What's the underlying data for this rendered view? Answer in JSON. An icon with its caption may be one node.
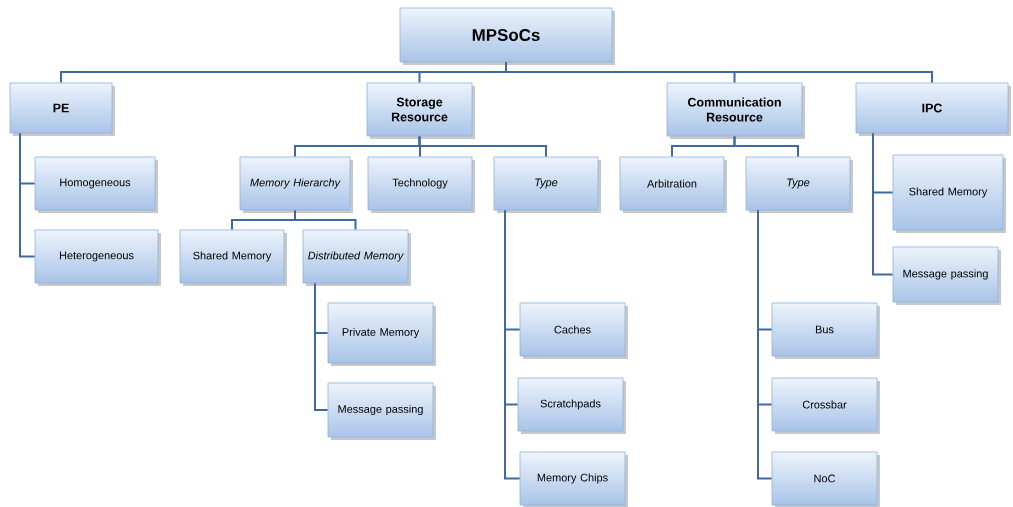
{
  "diagram": {
    "nodes": [
      {
        "text": [
          "MPSoCs"
        ]
      },
      {
        "text": [
          "PE"
        ]
      },
      {
        "text": [
          "Storage Resource"
        ]
      },
      {
        "text": [
          "Communication Resource"
        ]
      },
      {
        "text": [
          "IPC"
        ]
      },
      {
        "text": [
          "Homogeneous"
        ]
      },
      {
        "text": [
          "Heterogeneous"
        ]
      },
      {
        "text": [
          "Memory Hierarchy"
        ]
      },
      {
        "text": [
          "Technology"
        ]
      },
      {
        "text": [
          "Type"
        ]
      },
      {
        "text": [
          "Arbitration"
        ]
      },
      {
        "text": [
          "Type"
        ]
      },
      {
        "text": [
          "Shared Memory"
        ]
      },
      {
        "text": [
          "Message passing"
        ]
      },
      {
        "text": [
          "Shared Memory"
        ]
      },
      {
        "text": [
          "Distributed Memory"
        ]
      },
      {
        "text": [
          "Private Memory"
        ]
      },
      {
        "text": [
          "Message passing"
        ]
      },
      {
        "text": [
          "Caches"
        ]
      },
      {
        "text": [
          "Scratchpads"
        ]
      },
      {
        "text": [
          "Memory Chips"
        ]
      },
      {
        "text": [
          "Bus"
        ]
      },
      {
        "text": [
          "Crossbar"
        ]
      },
      {
        "text": [
          "NoC"
        ]
      }
    ],
    "edges": [
      {
        "from": 0,
        "to": 1,
        "arrow": "none"
      },
      {
        "from": 0,
        "to": 2,
        "arrow": "none"
      },
      {
        "from": 0,
        "to": 3,
        "arrow": "none"
      },
      {
        "from": 0,
        "to": 4,
        "arrow": "none"
      },
      {
        "from": 1,
        "to": 5,
        "arrow": "none"
      },
      {
        "from": 1,
        "to": 6,
        "arrow": "none"
      },
      {
        "from": 2,
        "to": 7,
        "arrow": "none"
      },
      {
        "from": 2,
        "to": 8,
        "arrow": "none"
      },
      {
        "from": 2,
        "to": 9,
        "arrow": "none"
      },
      {
        "from": 3,
        "to": 10,
        "arrow": "none"
      },
      {
        "from": 3,
        "to": 11,
        "arrow": "none"
      },
      {
        "from": 4,
        "to": 12,
        "arrow": "none"
      },
      {
        "from": 4,
        "to": 13,
        "arrow": "none"
      },
      {
        "from": 7,
        "to": 14,
        "arrow": "none"
      },
      {
        "from": 7,
        "to": 15,
        "arrow": "none"
      },
      {
        "from": 15,
        "to": 16,
        "arrow": "none"
      },
      {
        "from": 15,
        "to": 17,
        "arrow": "none"
      },
      {
        "from": 9,
        "to": 18,
        "arrow": "none"
      },
      {
        "from": 9,
        "to": 19,
        "arrow": "none"
      },
      {
        "from": 9,
        "to": 20,
        "arrow": "none"
      },
      {
        "from": 11,
        "to": 21,
        "arrow": "none"
      },
      {
        "from": 11,
        "to": 22,
        "arrow": "none"
      },
      {
        "from": 11,
        "to": 23,
        "arrow": "none"
      }
    ]
  }
}
